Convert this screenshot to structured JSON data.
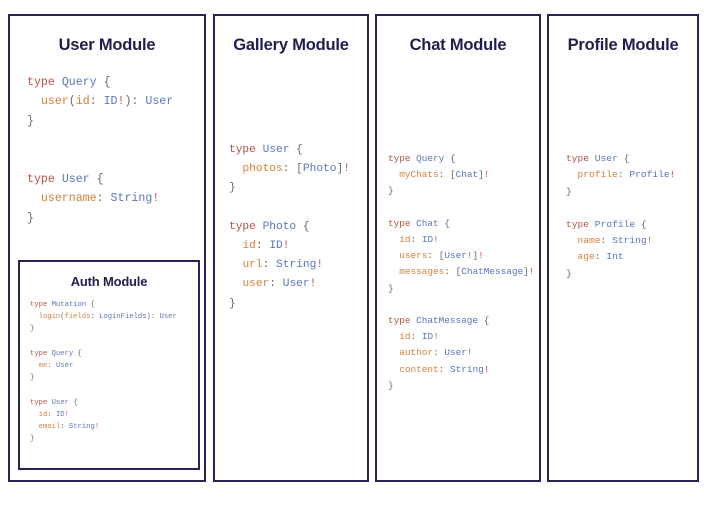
{
  "page": {
    "background": "#ffffff",
    "title_color": "#1f1f4d",
    "card_border_color": "#262455"
  },
  "palette": {
    "keyword": "#b5534a",
    "type_name": "#5d74bb",
    "field_name": "#d4823c",
    "non_null_bang": "#c4503f",
    "punctuation": "#6a6a6a"
  },
  "modules": [
    {
      "id": "user",
      "title": "User Module",
      "code": "type Query {\n  user(id: ID!): User\n}\n\n\ntype User {\n  username: String!\n}",
      "nested": {
        "id": "auth",
        "title": "Auth Module",
        "code": "type Mutation {\n  login(fields: LoginFields): User\n}\n\ntype Query {\n  me: User\n}\n\ntype User {\n  id: ID!\n  email: String!\n}"
      }
    },
    {
      "id": "gallery",
      "title": "Gallery Module",
      "code": "type User {\n  photos: [Photo]!\n}\n\ntype Photo {\n  id: ID!\n  url: String!\n  user: User!\n}"
    },
    {
      "id": "chat",
      "title": "Chat Module",
      "code": "type Query {\n  myChats: [Chat]!\n}\n\ntype Chat {\n  id: ID!\n  users: [User!]!\n  messages: [ChatMessage]!\n}\n\ntype ChatMessage {\n  id: ID!\n  author: User!\n  content: String!\n}"
    },
    {
      "id": "profile",
      "title": "Profile Module",
      "code": "type User {\n  profile: Profile!\n}\n\ntype Profile {\n  name: String!\n  age: Int\n}"
    }
  ]
}
